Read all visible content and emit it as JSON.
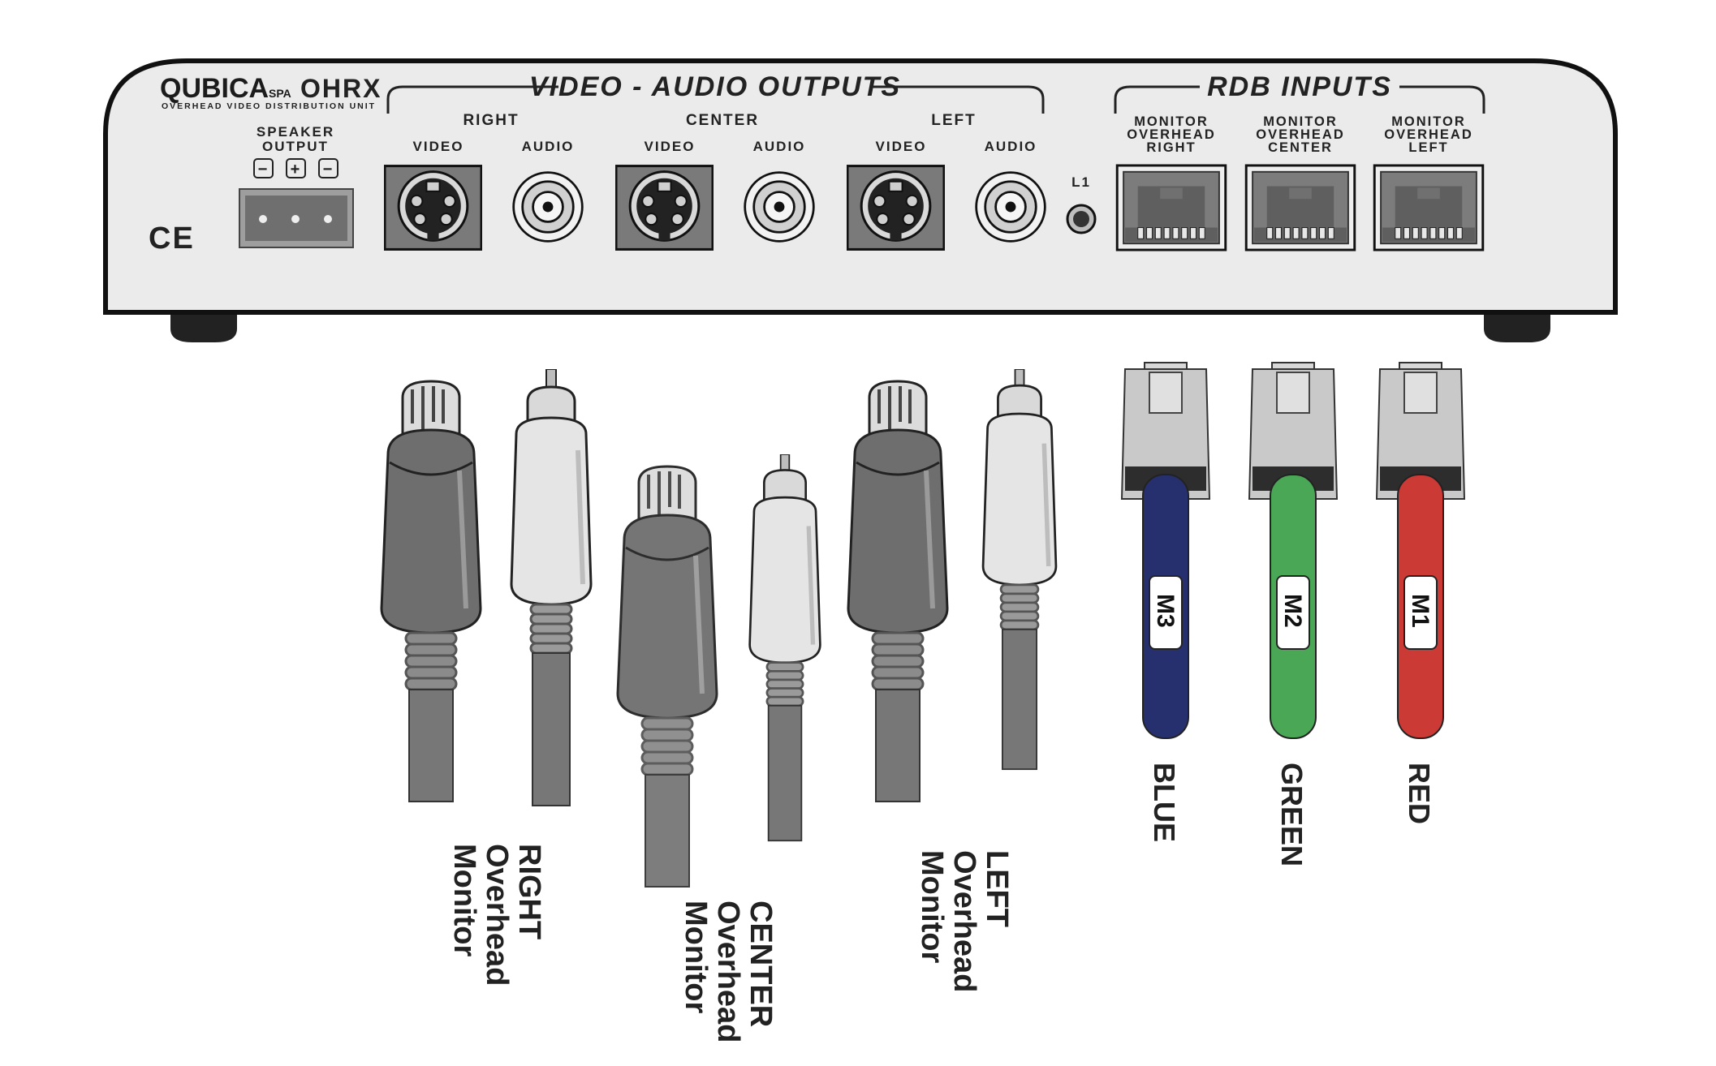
{
  "device": {
    "brand": "QUBICA",
    "brand_suffix": "SPA",
    "model": "OHRX",
    "subtitle": "OVERHEAD VIDEO DISTRIBUTION UNIT",
    "ce_mark": "CE",
    "speaker_output": {
      "line1": "SPEAKER",
      "line2": "OUTPUT",
      "terminals": [
        "−",
        "+",
        "−"
      ]
    },
    "led_label": "L1"
  },
  "outputs": {
    "header": "VIDEO - AUDIO OUTPUTS",
    "groups": [
      {
        "name": "RIGHT",
        "video": "VIDEO",
        "audio": "AUDIO"
      },
      {
        "name": "CENTER",
        "video": "VIDEO",
        "audio": "AUDIO"
      },
      {
        "name": "LEFT",
        "video": "VIDEO",
        "audio": "AUDIO"
      }
    ]
  },
  "inputs": {
    "header": "RDB INPUTS",
    "ports": [
      {
        "line1": "MONITOR",
        "line2": "OVERHEAD",
        "line3": "RIGHT"
      },
      {
        "line1": "MONITOR",
        "line2": "OVERHEAD",
        "line3": "CENTER"
      },
      {
        "line1": "MONITOR",
        "line2": "OVERHEAD",
        "line3": "LEFT"
      }
    ]
  },
  "cables": {
    "av_labels": [
      {
        "line1": "RIGHT",
        "line2": "Overhead",
        "line3": "Monitor"
      },
      {
        "line1": "CENTER",
        "line2": "Overhead",
        "line3": "Monitor"
      },
      {
        "line1": "LEFT",
        "line2": "Overhead",
        "line3": "Monitor"
      }
    ],
    "network": [
      {
        "tag": "M3",
        "color_name": "BLUE",
        "color": "#27306e"
      },
      {
        "tag": "M2",
        "color_name": "GREEN",
        "color": "#4aa756"
      },
      {
        "tag": "M1",
        "color_name": "RED",
        "color": "#cc3a36"
      }
    ]
  }
}
